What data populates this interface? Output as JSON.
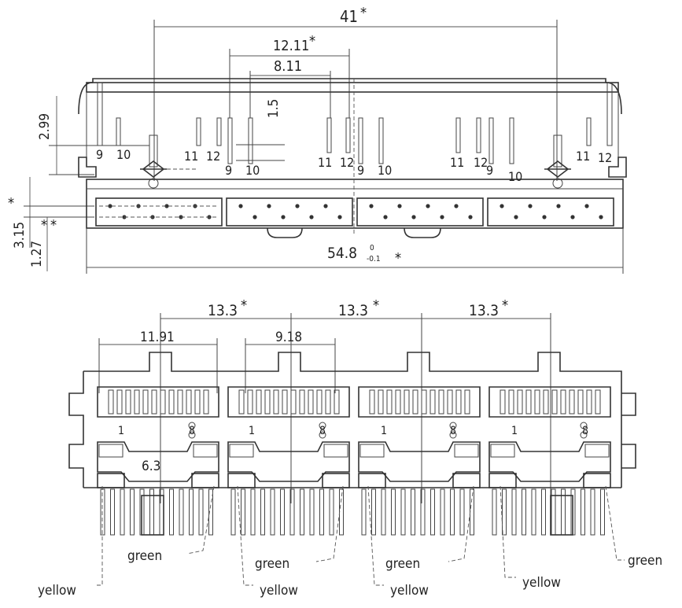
{
  "top_view": {
    "dims": {
      "overall_width": "41",
      "pitch_outer": "12.11",
      "pitch_inner": "8.11",
      "pin_offset": "1.5",
      "height_a": "2.99",
      "height_b": "3.15",
      "height_c": "1.27",
      "total_length": "54.8",
      "tol_upper": "0",
      "tol_lower": "-0.1"
    },
    "star": "*",
    "pin_labels": [
      "9",
      "10",
      "11",
      "12",
      "9",
      "10",
      "11",
      "12",
      "9",
      "10",
      "11",
      "12",
      "9",
      "10",
      "11",
      "12"
    ]
  },
  "bottom_view": {
    "dims": {
      "port_pitch": "13.3",
      "port_width": "11.91",
      "slot_width": "9.18",
      "inner_height": "6.3"
    },
    "star": "*",
    "slot_marks": [
      "1",
      "8",
      "1",
      "8",
      "1",
      "8",
      "1",
      "8"
    ],
    "led_labels": [
      "green",
      "green",
      "green",
      "green",
      "yellow",
      "yellow",
      "yellow",
      "yellow"
    ]
  }
}
